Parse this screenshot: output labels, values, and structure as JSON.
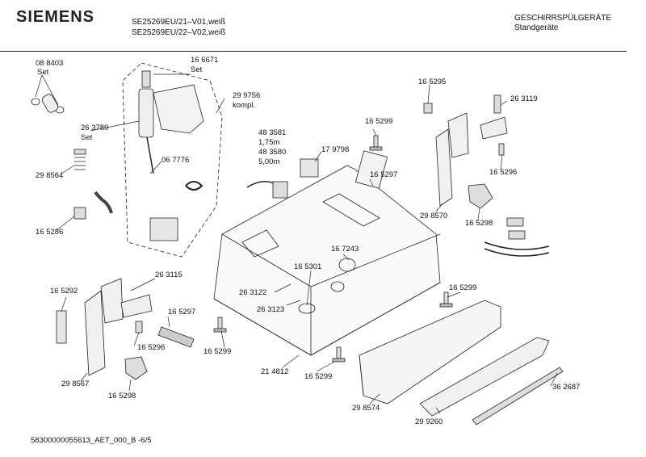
{
  "header": {
    "brand": "SIEMENS",
    "model_line_1": "SE25269EU/21–V01,weiß",
    "model_line_2": "SE25269EU/22–V02,weiß",
    "category_line_1": "GESCHIRRSPÜLGERÄTE",
    "category_line_2": "Standgeräte"
  },
  "labels": {
    "p088403": "08 8403",
    "set1": "Set",
    "p166671": "16 6671",
    "set2": "Set",
    "p299756": "29 9756",
    "kompl": "kompl.",
    "p263789": "26 3789",
    "set3": "Set",
    "p298564": "29 8564",
    "p067776": "06 7776",
    "p165286": "16 5286",
    "p483581": "48 3581",
    "len175": "1,75m",
    "p483580": "48 3580",
    "len500": "5,00m",
    "p179798": "17 9798",
    "p165299_a": "16 5299",
    "p165295": "16 5295",
    "p263119": "26 3119",
    "p165297_a": "16 5297",
    "p165296_a": "16 5296",
    "p298570": "29 8570",
    "p165298_a": "16 5298",
    "p167243": "16 7243",
    "p165301": "16 5301",
    "p263122": "26 3122",
    "p263123": "26 3123",
    "p165299_b": "16 5299",
    "p165292": "16 5292",
    "p263115": "26 3115",
    "p165297_b": "16 5297",
    "p165296_b": "16 5296",
    "p298567": "29 8567",
    "p165298_b": "16 5298",
    "p165299_c": "16 5299",
    "p214812": "21 4812",
    "p165299_d": "16 5299",
    "p298574": "29 8574",
    "p299260": "29 9260",
    "p362687": "36 2687"
  },
  "footer": {
    "doc_id": "58300000055613_AET_000_B  -6/5"
  }
}
